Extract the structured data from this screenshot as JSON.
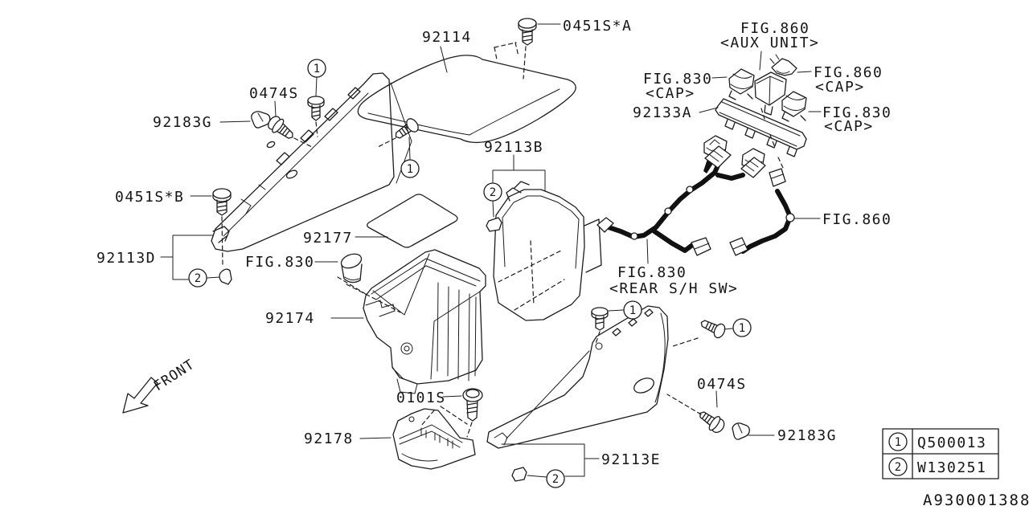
{
  "labels": {
    "armrest": "92114",
    "screw_0451s_a": "0451S*A",
    "fig860_aux_line1": "FIG.860",
    "fig860_aux_line2": "<AUX UNIT>",
    "fig830_cap_left_line1": "FIG.830",
    "fig830_cap_left_line2": "<CAP>",
    "fig860_cap_line1": "FIG.860",
    "fig860_cap_line2": "<CAP>",
    "switch_panel": "92133A",
    "fig830_cap_right_line1": "FIG.830",
    "fig830_cap_right_line2": "<CAP>",
    "fig860_harness": "FIG.860",
    "fig830_rear_line1": "FIG.830",
    "fig830_rear_line2": "<REAR S/H SW>",
    "screw_0474s_left": "0474S",
    "clip_92183g_left": "92183G",
    "screw_0451s_b": "0451S*B",
    "panel_92113d": "92113D",
    "mat": "92177",
    "fig830_knob": "FIG.830",
    "pocket": "92113B",
    "console": "92174",
    "bolt_0101s": "0101S",
    "bracket": "92178",
    "panel_92113e": "92113E",
    "screw_0474s_right": "0474S",
    "clip_92183g_right": "92183G"
  },
  "callouts": {
    "one": "1",
    "two": "2"
  },
  "legend": {
    "rows": [
      {
        "num": "1",
        "code": "Q500013"
      },
      {
        "num": "2",
        "code": "W130251"
      }
    ]
  },
  "front_label": "FRONT",
  "drawing_number": "A930001388"
}
